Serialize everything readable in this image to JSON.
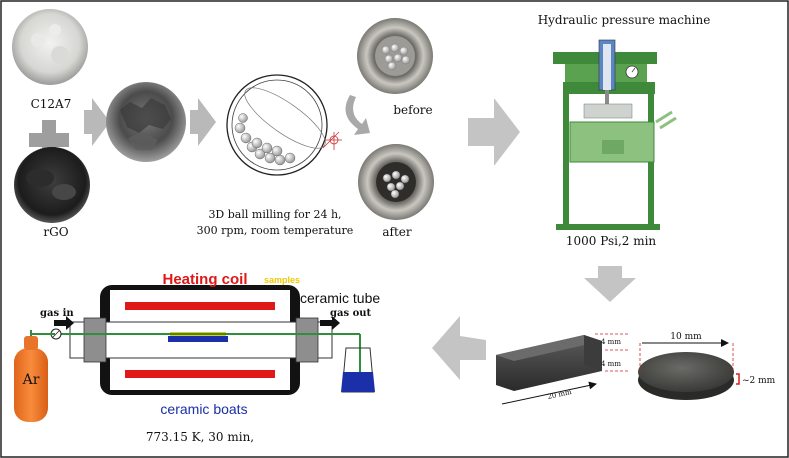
{
  "labels": {
    "c12a7": "C12A7",
    "rgo": "rGO",
    "milling_line1": "3D ball milling for 24 h,",
    "milling_line2": "300 rpm, room temperature",
    "before": "before",
    "after": "after",
    "hydraulic": "Hydraulic pressure machine",
    "pressure": "1000 Psi,2 min",
    "heating_coil": "Heating coil",
    "samples": "samples",
    "ceramic_tube": "ceramic tube",
    "gas_in": "gas in",
    "gas_out": "gas out",
    "ar": "Ar",
    "ceramic_boats": "ceramic boats",
    "furnace_conditions": "773.15 K, 30 min,",
    "bar_h1": "4 mm",
    "bar_h2": "4 mm",
    "bar_len": "20 mm",
    "disk_d": "10 mm",
    "disk_t": "~2 mm"
  },
  "colors": {
    "arrow_gray": "#b9b9b9",
    "heating_coil": "#e01818",
    "samples": "#f0c800",
    "ceramic_boats": "#1a2fa8",
    "ar_cylinder": "#f47a26",
    "press_green": "#3f8a3a",
    "press_light": "#8cc17f",
    "furnace_dark": "#121212"
  }
}
